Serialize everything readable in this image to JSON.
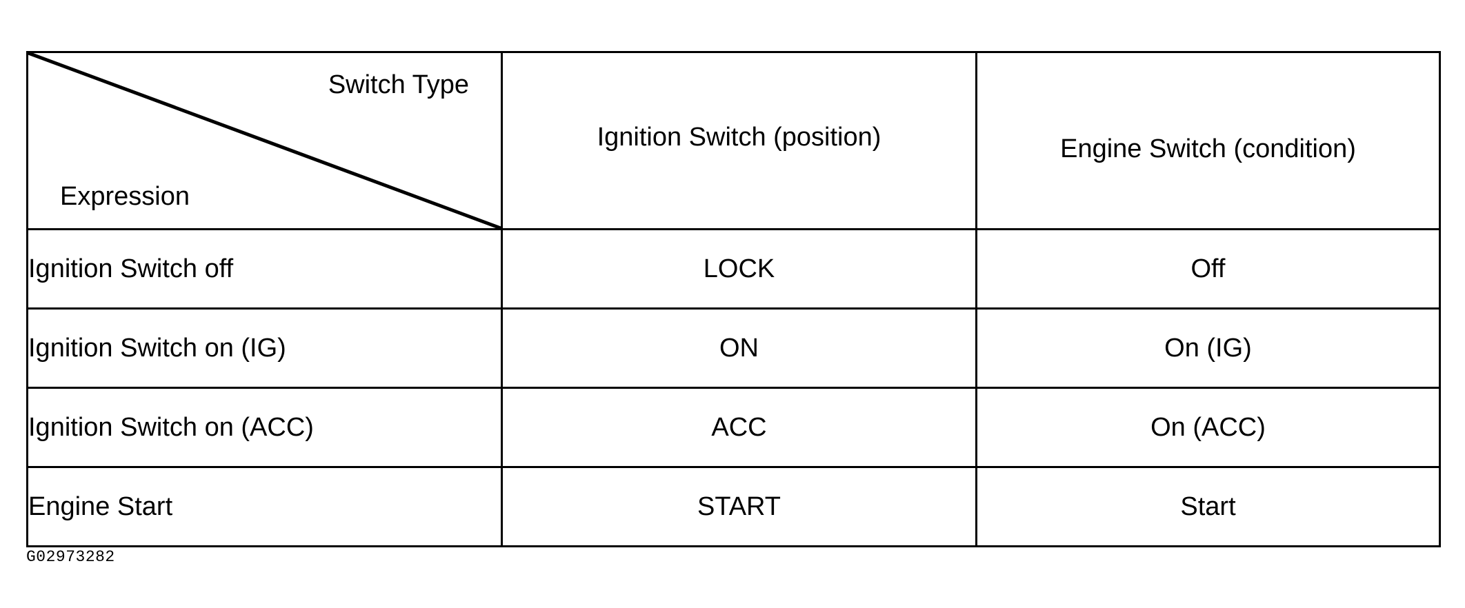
{
  "figure": {
    "id_label": "G02973282"
  },
  "table": {
    "corner": {
      "column_axis_label": "Switch Type",
      "row_axis_label": "Expression"
    },
    "columns": [
      {
        "key": "expression",
        "label": "Expression"
      },
      {
        "key": "ignition_switch",
        "label": "Ignition Switch (position)"
      },
      {
        "key": "engine_switch",
        "label": "Engine Switch (condition)"
      }
    ],
    "rows": [
      {
        "expression": "Ignition Switch off",
        "ignition_switch": "LOCK",
        "engine_switch": "Off"
      },
      {
        "expression": "Ignition Switch on (IG)",
        "ignition_switch": "ON",
        "engine_switch": "On (IG)"
      },
      {
        "expression": "Ignition Switch on (ACC)",
        "ignition_switch": "ACC",
        "engine_switch": "On (ACC)"
      },
      {
        "expression": "Engine Start",
        "ignition_switch": "START",
        "engine_switch": "Start"
      }
    ]
  },
  "colors": {
    "ink": "#000000",
    "paper": "#ffffff"
  }
}
